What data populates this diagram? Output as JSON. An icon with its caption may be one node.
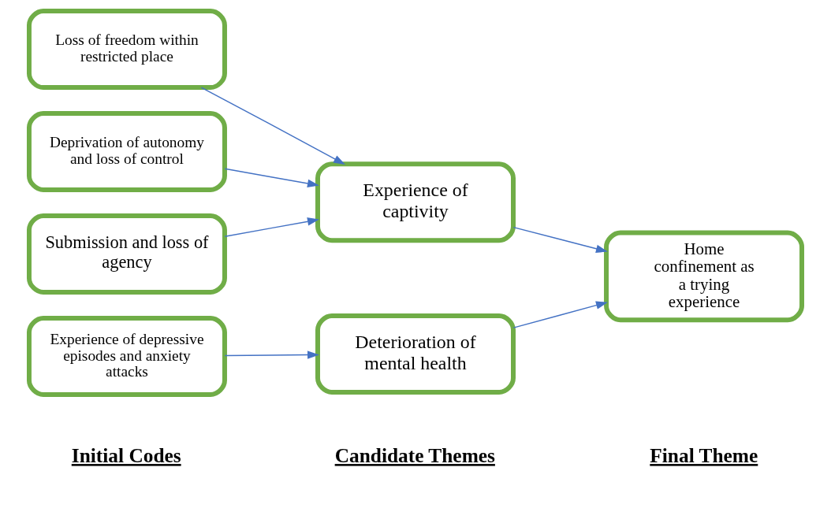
{
  "diagram": {
    "nodes": [
      {
        "text": [
          "Loss of freedom within restricted place"
        ]
      },
      {
        "text": [
          "Deprivation of autonomy and loss of control"
        ]
      },
      {
        "text": [
          "Submission and loss of agency"
        ]
      },
      {
        "text": [
          "Experience of depressive episodes and anxiety attacks"
        ]
      },
      {
        "text": [
          "Experience of captivity"
        ]
      },
      {
        "text": [
          "Deterioration of mental health"
        ]
      },
      {
        "text": [
          "Home confinement as a trying experience"
        ]
      }
    ],
    "edges": [
      {
        "from": 0,
        "to": 4,
        "arrow": "to"
      },
      {
        "from": 1,
        "to": 4,
        "arrow": "to"
      },
      {
        "from": 2,
        "to": 4,
        "arrow": "to"
      },
      {
        "from": 3,
        "to": 5,
        "arrow": "to"
      },
      {
        "from": 4,
        "to": 6,
        "arrow": "to"
      },
      {
        "from": 5,
        "to": 6,
        "arrow": "to"
      }
    ],
    "labels": [
      "Initial Codes",
      "Candidate Themes",
      "Final Theme"
    ]
  }
}
